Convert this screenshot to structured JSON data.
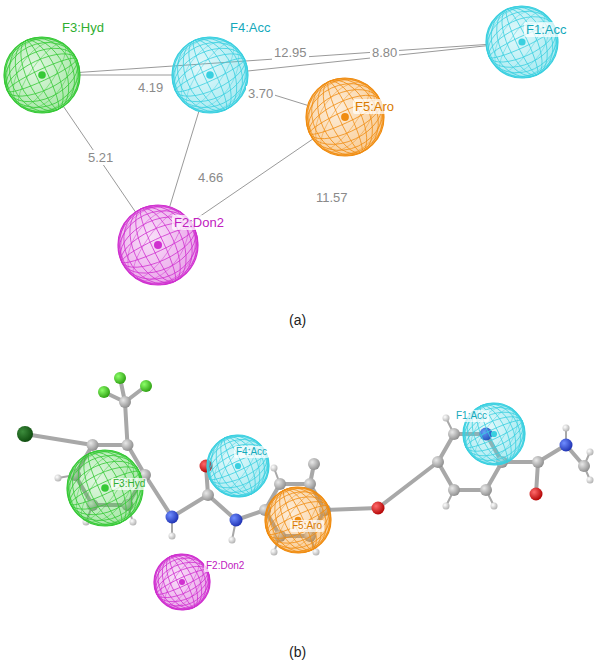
{
  "diagram": {
    "nodes": [
      {
        "text": [
          "F3:Hyd"
        ]
      },
      {
        "text": [
          "F4:Acc"
        ]
      },
      {
        "text": [
          "F1:Acc"
        ]
      },
      {
        "text": [
          "F5:Aro"
        ]
      },
      {
        "text": [
          "F2:Don2"
        ]
      },
      {
        "text": [
          "F3:Hyd"
        ]
      },
      {
        "text": [
          "F4:Acc"
        ]
      },
      {
        "text": [
          "F1:Acc"
        ]
      },
      {
        "text": [
          "F5:Aro"
        ]
      },
      {
        "text": [
          "F2:Don2"
        ]
      }
    ],
    "edges": [
      {
        "from": 0,
        "to": 1,
        "label": "4.19",
        "arrow": "none"
      },
      {
        "from": 0,
        "to": 2,
        "label": "12.95",
        "arrow": "none"
      },
      {
        "from": 1,
        "to": 2,
        "label": "8.80",
        "arrow": "none"
      },
      {
        "from": 1,
        "to": 3,
        "label": "3.70",
        "arrow": "none"
      },
      {
        "from": 0,
        "to": 4,
        "label": "5.21",
        "arrow": "none"
      },
      {
        "from": 1,
        "to": 4,
        "label": "4.66",
        "arrow": "none"
      },
      {
        "from": 3,
        "to": 4,
        "label": "11.57",
        "arrow": "none"
      }
    ],
    "labels": [
      "(a)",
      "(b)"
    ]
  }
}
